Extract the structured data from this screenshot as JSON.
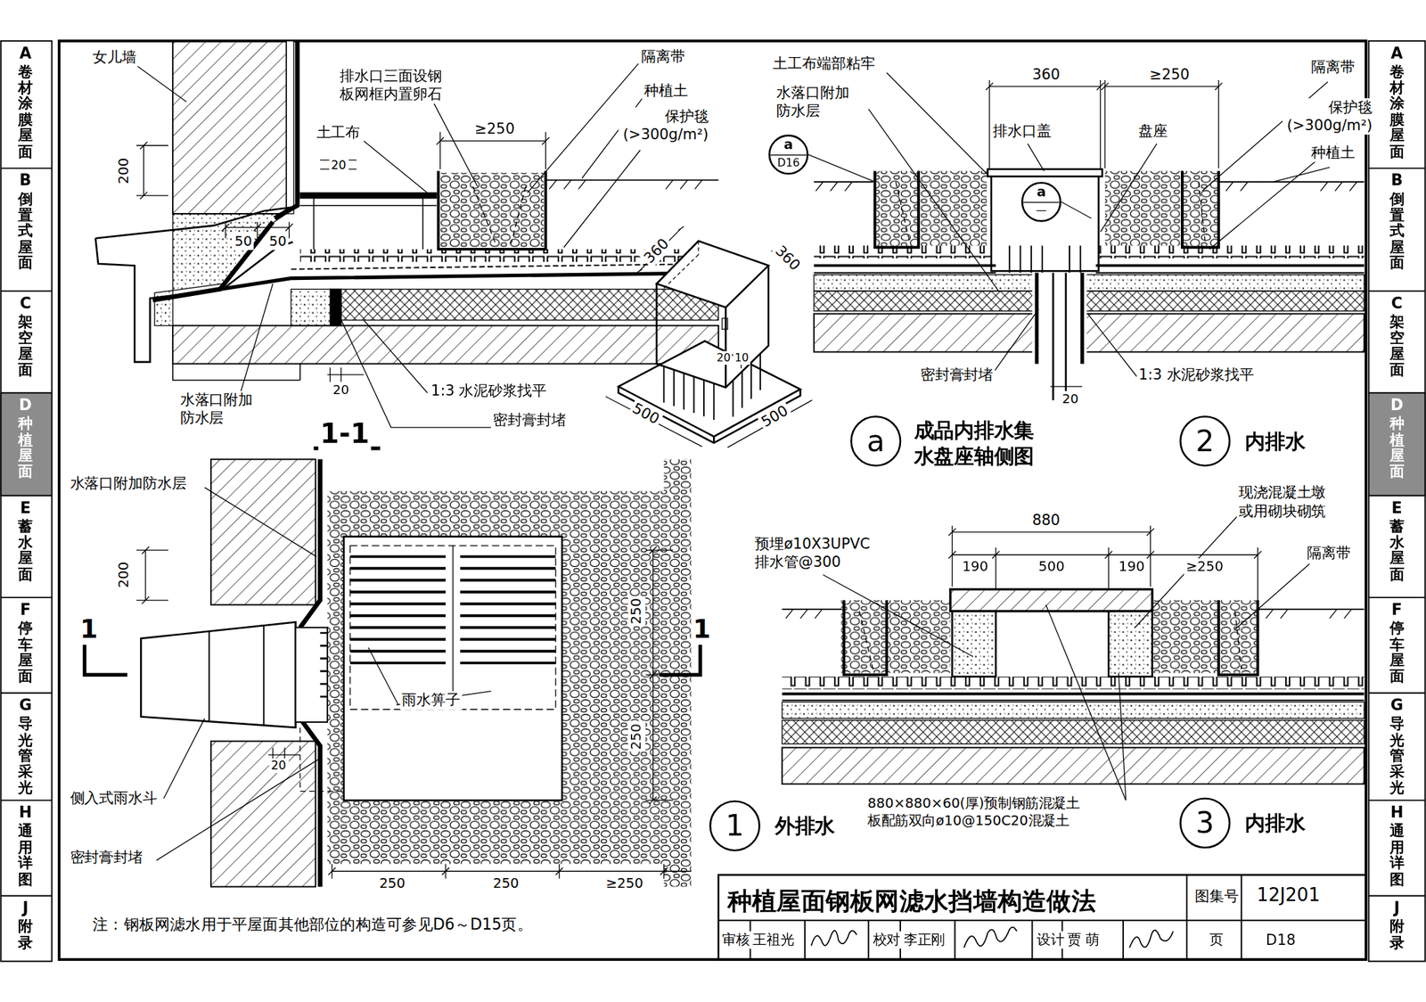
{
  "diagram": {
    "title": "种植屋面钢板网滤水挡墙构造做法",
    "nodes": [
      {
        "text": [
          "a",
          "D16"
        ]
      },
      {
        "text": [
          "a",
          "—"
        ]
      },
      {
        "text": [
          "a",
          "成品内排水集 水盘座轴侧图"
        ]
      },
      {
        "text": [
          "2",
          "内排水"
        ]
      },
      {
        "text": [
          "1",
          "外排水"
        ]
      },
      {
        "text": [
          "3",
          "内排水"
        ]
      }
    ],
    "labels": [
      "女儿墙",
      "200",
      "20",
      "排水口三面设钢 板网框内置卵石",
      "土工布",
      "≥250",
      "隔离带",
      "种植土",
      "保护毯 (>300g/m²)",
      "50",
      "50",
      "水落口附加 防水层",
      "20",
      "1:3 水泥砂浆找平",
      "密封膏封堵",
      "1-1",
      "360",
      "360",
      "20",
      "10",
      "500",
      "500",
      "土工布端部粘牢",
      "水落口附加 防水层",
      "360",
      "≥250",
      "隔离带",
      "保护毯 (>300g/m²)",
      "种植土",
      "排水口盖",
      "盘座",
      "密封膏封堵",
      "20",
      "1:3 水泥砂浆找平",
      "水落口附加防水层",
      "200",
      "1",
      "1",
      "250",
      "250",
      "雨水箅子",
      "20",
      "侧入式雨水斗",
      "密封膏封堵",
      "250",
      "250",
      "≥250",
      "注：钢板网滤水用于平屋面其他部位的构造可参见D6～D15页。",
      "现浇混凝土墩 或用砌块砌筑",
      "880",
      "预埋ø10X3UPVC 排水管@300",
      "190",
      "500",
      "190",
      "≥250",
      "隔离带",
      "880×880×60(厚)预制钢筋混凝土 板配筋双向ø10@150C20混凝土",
      "图集号",
      "12J201",
      "审核",
      "王祖光",
      "校对",
      "李正刚",
      "设计",
      "贾 萌",
      "页",
      "D18",
      "A",
      "卷材涂膜屋面",
      "B",
      "倒置式屋面",
      "C",
      "架空屋面",
      "D",
      "种植屋面",
      "E",
      "蓄水屋面",
      "F",
      "停车屋面",
      "G",
      "导光管采光",
      "H",
      "通用详图",
      "J",
      "附录",
      "A",
      "卷材涂膜屋面",
      "B",
      "倒置式屋面",
      "C",
      "架空屋面",
      "D",
      "种植屋面",
      "E",
      "蓄水屋面",
      "F",
      "停车屋面",
      "G",
      "导光管采光",
      "H",
      "通用详图",
      "J",
      "附录"
    ]
  }
}
